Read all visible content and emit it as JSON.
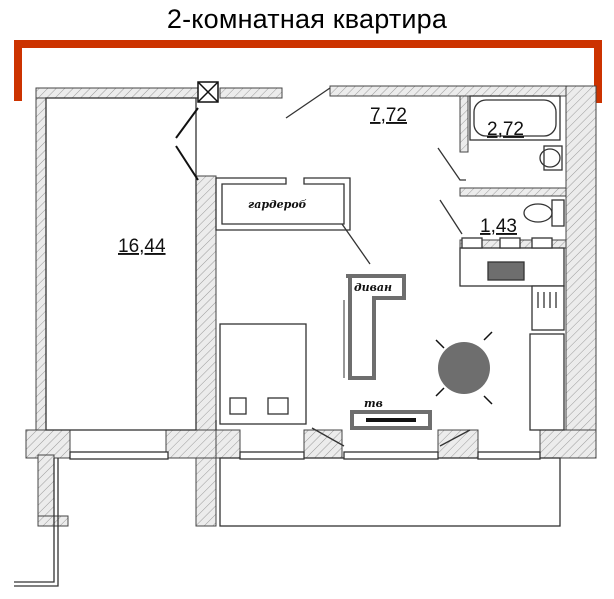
{
  "title": "2-комнатная квартира",
  "areas": {
    "living_room": "16,44",
    "hall": "7,72",
    "bathroom": "2,72",
    "toilet": "1,43"
  },
  "labels": {
    "wardrobe": "гардероб",
    "sofa": "диван",
    "tv": "тв"
  },
  "colors": {
    "bracket": "#cc3300",
    "wall_fill": "#e7e7e7",
    "furniture_dark": "#6e6e6e",
    "outline": "#333333"
  }
}
